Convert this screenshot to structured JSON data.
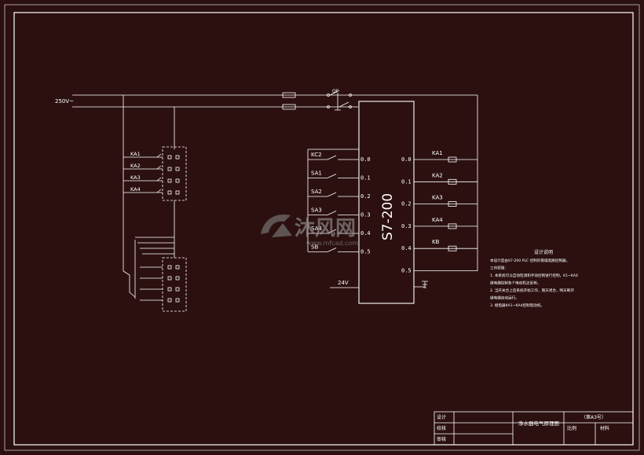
{
  "supply_label": "250V~",
  "breaker_label": "QF",
  "plc": {
    "name": "S7-200",
    "power": "24V"
  },
  "inputs": [
    {
      "label": "KC2",
      "addr": "0.0"
    },
    {
      "label": "SA1",
      "addr": "0.1"
    },
    {
      "label": "SA2",
      "addr": "0.2"
    },
    {
      "label": "SA3",
      "addr": "0.3"
    },
    {
      "label": "SA4",
      "addr": "0.4"
    },
    {
      "label": "SB",
      "addr": "0.5"
    }
  ],
  "outputs": [
    {
      "label": "KA1",
      "addr": "0.0"
    },
    {
      "label": "KA2",
      "addr": "0.1"
    },
    {
      "label": "KA3",
      "addr": "0.2"
    },
    {
      "label": "KA4",
      "addr": "0.3"
    },
    {
      "label": "KB",
      "addr": "0.4"
    },
    {
      "label": "",
      "addr": "0.5"
    }
  ],
  "relay_labels": [
    "KA1",
    "KA2",
    "KA3",
    "KA4"
  ],
  "notes": {
    "title": "设计说明",
    "lines": [
      "本设计是由S7-200 PLC 控制的雨燥电路控制器。",
      "工作原理：",
      "1. 本系统可以自动检测和手动控制进行控制，K1~KA4",
      "   继电器控制各个电动机正反转。",
      "2. 当开关合上后系统开始工作，雨天闭合，晴天断开",
      "   继电器自动运行。",
      "3. 继电器KA1~KA4控制电动机。"
    ]
  },
  "title_block": {
    "designer": "设计",
    "checker": "校核",
    "reviewer": "审核",
    "drawing_title": "净水器电气原理图",
    "sheet": "（第A3号）",
    "scale": "比例",
    "material": "材料"
  },
  "watermark": {
    "brand": "沐风网",
    "url": "www.mfcad.com"
  }
}
